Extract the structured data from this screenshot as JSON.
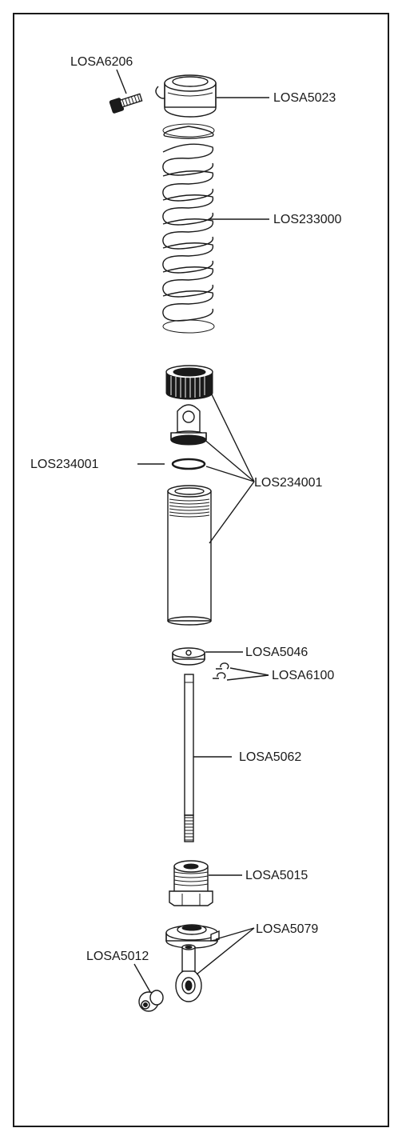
{
  "labels": {
    "screw": "LOSA6206",
    "spring_cup": "LOSA5023",
    "spring": "LOS233000",
    "oring": "LOS234001",
    "body_set": "LOS234001",
    "piston": "LOSA5046",
    "eclips": "LOSA6100",
    "shaft": "LOSA5062",
    "cap": "LOSA5015",
    "end_set": "LOSA5079",
    "ball": "LOSA5012"
  }
}
